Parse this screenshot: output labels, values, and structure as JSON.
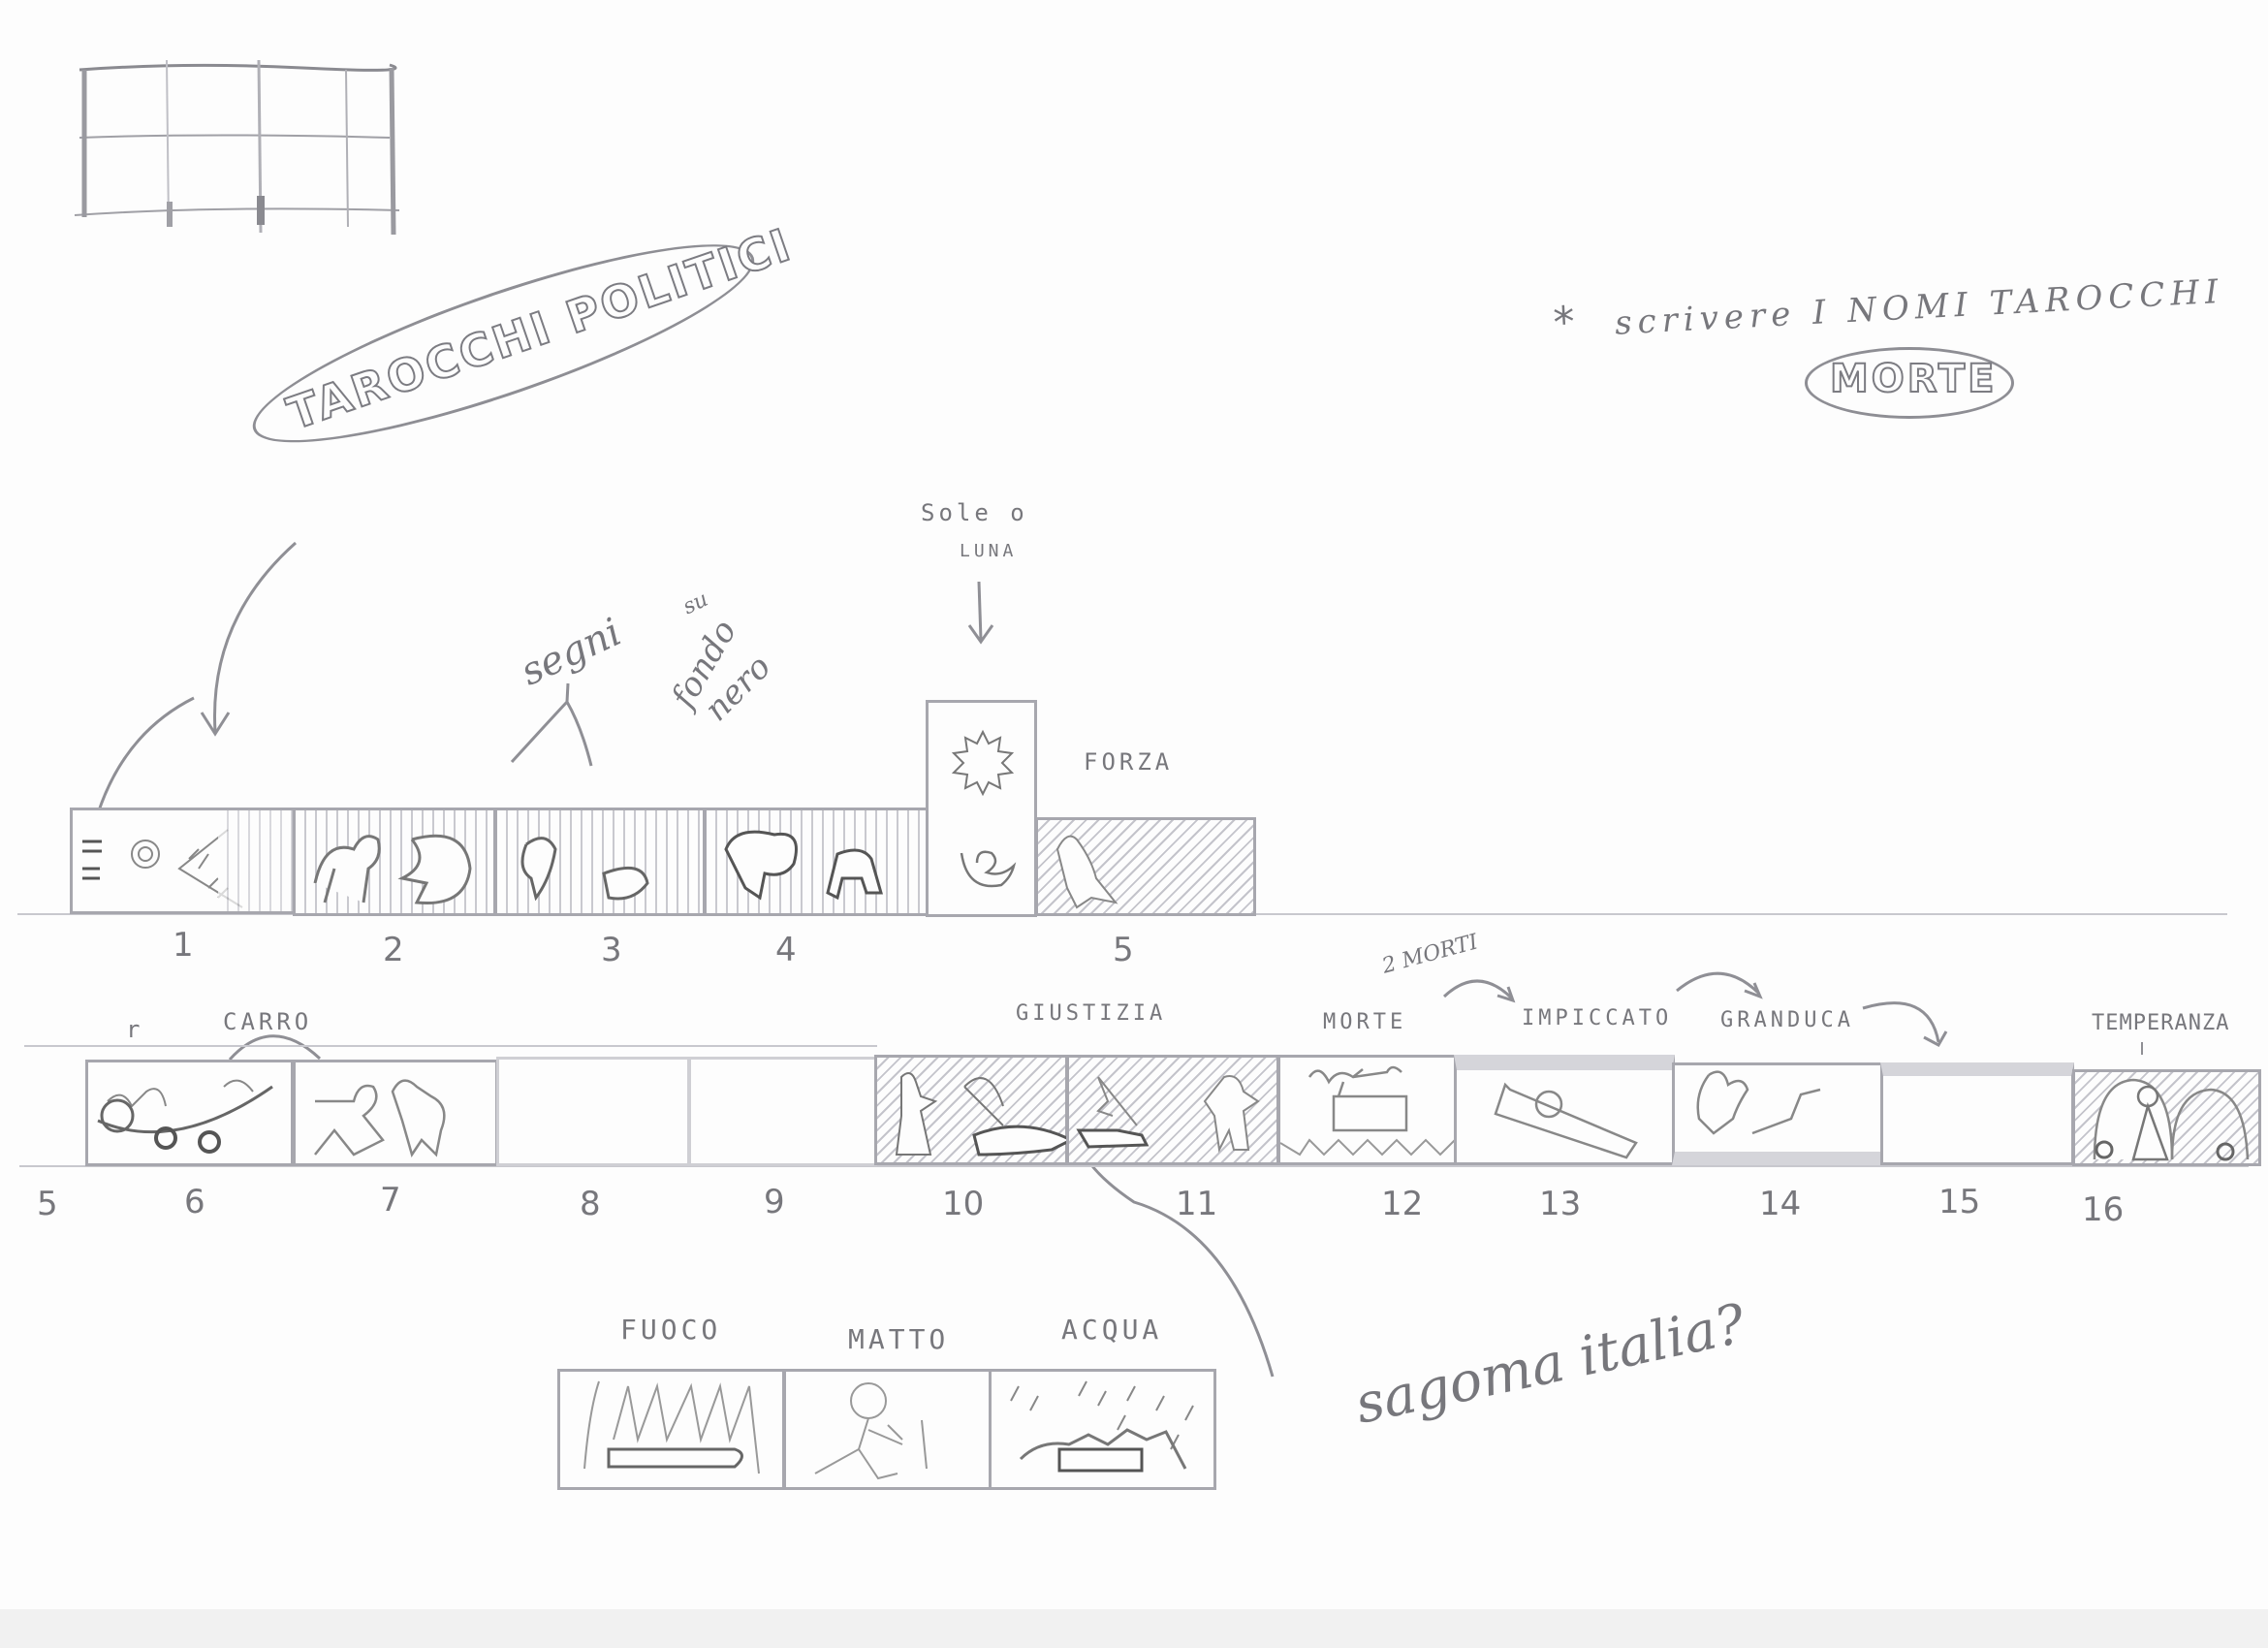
{
  "title_bubble": {
    "text": "TAROCCHI POLITICI"
  },
  "note": {
    "asterisk": "*",
    "text": "scrivere I NOMI TAROCCHI"
  },
  "morte_bubble": {
    "text": "MORTE"
  },
  "annotations": {
    "sole_o_luna": [
      "Sole o",
      "LUNA"
    ],
    "segni": "segni",
    "su_fondo_nero": [
      "su",
      "fondo",
      "nero"
    ],
    "forza": "FORZA",
    "carro": "CARRO",
    "carro_mark": "r",
    "giustizia": "GIUSTIZIA",
    "due_morti": "2 MORTI",
    "morte": "MORTE",
    "impiccato": "IMPICCATO",
    "granduca": "GRANDUCA",
    "temperanza": "TEMPERANZA",
    "sagoma_italia": "sagoma italia?"
  },
  "row1": {
    "panels": [
      {
        "number": "1",
        "content": "title card with dragon mouth, spiral and lines"
      },
      {
        "number": "2",
        "content": "figure and beast on striped background"
      },
      {
        "number": "3",
        "content": "animal figures on striped background"
      },
      {
        "number": "4",
        "content": "elephant and dog on striped background"
      },
      {
        "number": "",
        "content": "tall panel with sun and crescent moon"
      },
      {
        "number": "5",
        "content": "FORZA figure on diagonal hatching"
      }
    ]
  },
  "row2": {
    "panels": [
      {
        "number": "5",
        "content": ""
      },
      {
        "number": "6",
        "content": "CARRO chariot with wheels"
      },
      {
        "number": "7",
        "content": "two running figures"
      },
      {
        "number": "8",
        "content": "empty"
      },
      {
        "number": "9",
        "content": "empty"
      },
      {
        "number": "10",
        "content": "GIUSTIZIA archer figure, hatched"
      },
      {
        "number": "11",
        "content": "figure with lying body, hatched"
      },
      {
        "number": "12",
        "content": "MORTE figure on box with triangle border"
      },
      {
        "number": "13",
        "content": "IMPICCATO hanging figure"
      },
      {
        "number": "14",
        "content": "GRANDUCA figure with scarf"
      },
      {
        "number": "15",
        "content": "empty with decorated top border"
      },
      {
        "number": "16",
        "content": "TEMPERANZA figure in arch, hatched"
      }
    ]
  },
  "row3": {
    "panels": [
      {
        "label": "FUOCO",
        "content": "body lying in flames"
      },
      {
        "label": "MATTO",
        "content": "walking stick figure"
      },
      {
        "label": "ACQUA",
        "content": "body in water with rain"
      }
    ]
  },
  "thumbnail": {
    "content": "small grid sketch 4 columns x 2 rows"
  }
}
